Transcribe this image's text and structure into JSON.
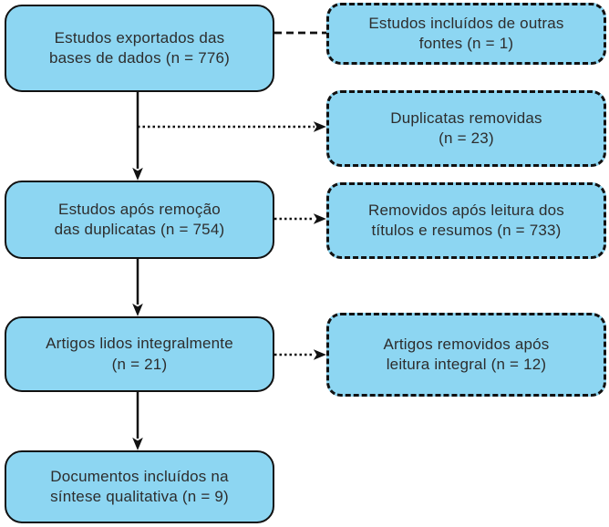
{
  "diagram": {
    "kind": "prisma-style-flowchart",
    "language": "pt",
    "colors": {
      "box_fill": "#8dd6f2",
      "box_border": "#111111",
      "text": "#2d2d2d",
      "connector": "#111111",
      "background": "#ffffff"
    },
    "left_boxes": [
      {
        "id": "exported-studies",
        "line1": "Estudos exportados das",
        "line2": "bases de dados (n = 776)",
        "n": 776,
        "border": "solid"
      },
      {
        "id": "after-duplicate-removal",
        "line1": "Estudos após remoção",
        "line2": "das duplicatas (n = 754)",
        "n": 754,
        "border": "solid"
      },
      {
        "id": "full-text-read",
        "line1": "Artigos lidos integralmente",
        "line2": "(n = 21)",
        "n": 21,
        "border": "solid"
      },
      {
        "id": "included-synthesis",
        "line1": "Documentos incluídos na",
        "line2": "síntese qualitativa (n = 9)",
        "n": 9,
        "border": "solid"
      }
    ],
    "right_boxes": [
      {
        "id": "other-sources",
        "line1": "Estudos incluídos de outras",
        "line2": "fontes (n = 1)",
        "n": 1,
        "border": "dashed"
      },
      {
        "id": "duplicates-removed",
        "line1": "Duplicatas removidas",
        "line2": "(n = 23)",
        "n": 23,
        "border": "dashed"
      },
      {
        "id": "removed-titles-abstracts",
        "line1": "Removidos após leitura dos",
        "line2": "títulos e resumos (n = 733)",
        "n": 733,
        "border": "dashed"
      },
      {
        "id": "removed-full-text",
        "line1": "Artigos removidos após",
        "line2": "leitura integral (n = 12)",
        "n": 12,
        "border": "dashed"
      }
    ],
    "connectors": [
      {
        "from": "exported-studies",
        "to": "other-sources",
        "style": "dashed",
        "arrowhead": false
      },
      {
        "from": "exported-studies",
        "to": "after-duplicate-removal",
        "style": "solid",
        "arrowhead": true
      },
      {
        "from": "exported-studies",
        "to": "duplicates-removed",
        "style": "dotted",
        "arrowhead": true
      },
      {
        "from": "after-duplicate-removal",
        "to": "removed-titles-abstracts",
        "style": "dotted",
        "arrowhead": true
      },
      {
        "from": "after-duplicate-removal",
        "to": "full-text-read",
        "style": "solid",
        "arrowhead": true
      },
      {
        "from": "full-text-read",
        "to": "removed-full-text",
        "style": "dotted",
        "arrowhead": true
      },
      {
        "from": "full-text-read",
        "to": "included-synthesis",
        "style": "solid",
        "arrowhead": true
      }
    ]
  }
}
